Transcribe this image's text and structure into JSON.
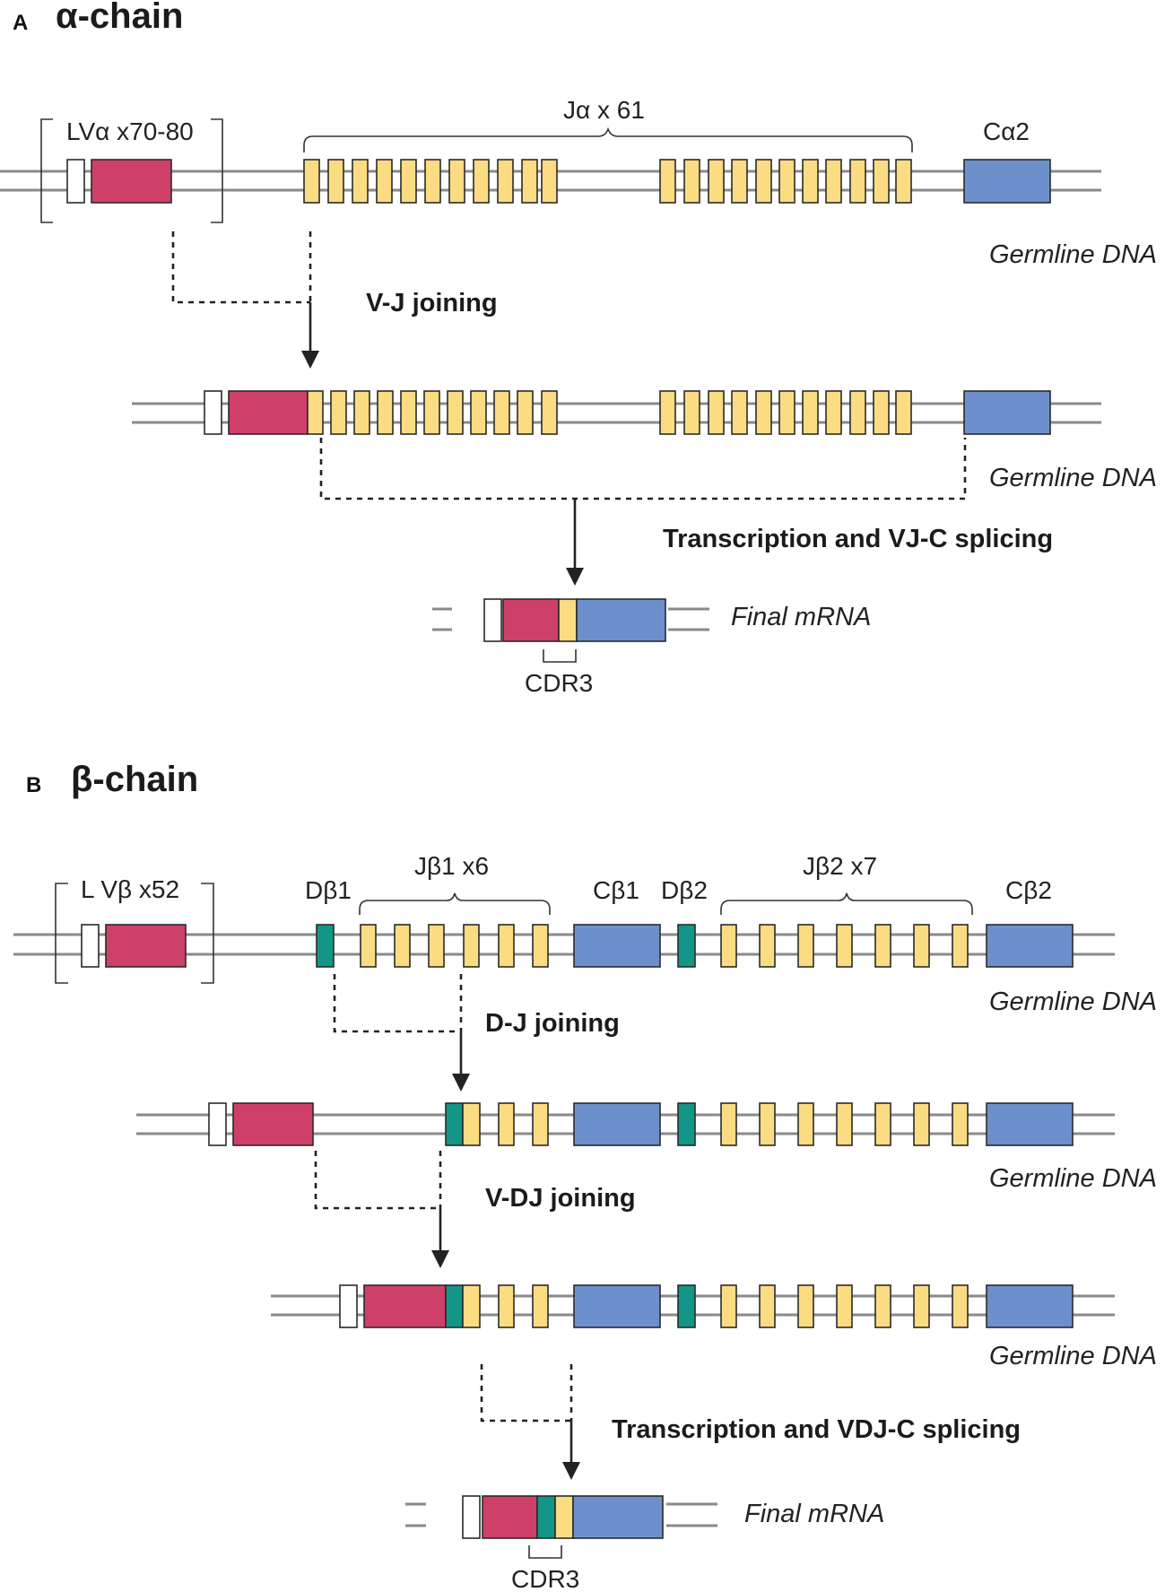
{
  "colors": {
    "leader": "#ffffff",
    "v_segment": "#cf4069",
    "j_segment": "#fbdc82",
    "c_segment": "#6d90cc",
    "d_segment": "#139687",
    "strand": "#8a8a8a",
    "connector": "#222222"
  },
  "panel_a": {
    "letter": "A",
    "title": "α-chain",
    "labels": {
      "v_cluster": "LVα x70-80",
      "j_cluster": "Jα x 61",
      "c_gene": "Cα2",
      "cdr3": "CDR3"
    },
    "steps": {
      "join": "V-J joining",
      "splice": "Transcription and VJ-C splicing"
    },
    "types": {
      "germline_1": "Germline DNA",
      "germline_2": "Germline DNA",
      "final": "Final mRNA"
    }
  },
  "panel_b": {
    "letter": "B",
    "title": "β-chain",
    "labels": {
      "v_cluster": "L Vβ x52",
      "d1": "Dβ1",
      "j1_cluster": "Jβ1 x6",
      "c1": "Cβ1",
      "d2": "Dβ2",
      "j2_cluster": "Jβ2 x7",
      "c2": "Cβ2",
      "cdr3": "CDR3"
    },
    "steps": {
      "dj": "D-J joining",
      "vdj": "V-DJ joining",
      "splice": "Transcription and VDJ-C splicing"
    },
    "types": {
      "germline_1": "Germline DNA",
      "germline_2": "Germline DNA",
      "germline_3": "Germline DNA",
      "final": "Final mRNA"
    }
  }
}
